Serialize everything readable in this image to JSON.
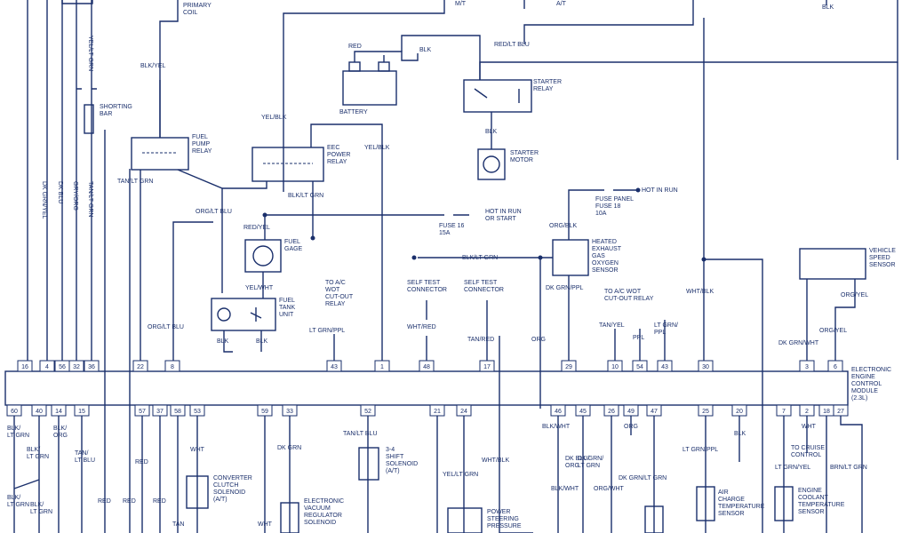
{
  "labels": {
    "primary_coil": "PRIMARY\nCOIL",
    "mt": "M/T",
    "at": "A/T",
    "blk_top_right": "BLK",
    "shorting_bar": "SHORTING\nBAR",
    "yel_lt_grn": "YEL/LT GRN",
    "blk_yel": "BLK/YEL",
    "red": "RED",
    "blk_batt": "BLK",
    "battery": "BATTERY",
    "red_lt_blu": "RED/LT BLU",
    "starter_relay": "STARTER\nRELAY",
    "fuel_pump_relay": "FUEL\nPUMP\nRELAY",
    "yel_blk": "YEL/BLK",
    "eec_power_relay": "EEC\nPOWER\nRELAY",
    "yel_blk_2": "YEL/BLK",
    "blk_starter": "BLK",
    "starter_motor": "STARTER\nMOTOR",
    "dk_grn_yel": "DK GRN/YEL",
    "dk_blu": "DK BLU",
    "gry_org": "GRY/ORG",
    "tan_lt_grn_v": "TAN/LT GRN",
    "tan_lt_grn": "TAN/LT GRN",
    "blk_lt_grn": "BLK/LT GRN",
    "hot_in_run_top": "HOT IN RUN",
    "fuse_panel": "FUSE PANEL\nFUSE 18\n10A",
    "org_lt_blu": "ORG/LT BLU",
    "hot_in_run_start": "HOT IN RUN\nOR START",
    "fuse_16": "FUSE 16\n15A",
    "org_blk": "ORG/BLK",
    "red_yel": "RED/YEL",
    "fuel_gage": "FUEL\nGAGE",
    "blk_lt_grn_2": "BLK/LT GRN",
    "heated_sensor": "HEATED\nEXHAUST\nGAS\nOXYGEN\nSENSOR",
    "vss": "VEHICLE\nSPEED\nSENSOR",
    "yel_wht": "YEL/WHT",
    "fuel_tank_unit": "FUEL\nTANK\nUNIT",
    "to_ac_wot": "TO A/C\nWOT\nCUT-OUT\nRELAY",
    "self_test_1": "SELF TEST\nCONNECTOR",
    "self_test_2": "SELF TEST\nCONNECTOR",
    "dk_grn_ppl": "DK GRN/PPL",
    "to_ac_wot_2": "TO A/C WOT\nCUT-OUT RELAY",
    "wht_blk": "WHT/BLK",
    "org_yel": "ORG/YEL",
    "blk_fuel_l": "BLK",
    "blk_fuel_r": "BLK",
    "org_lt_blu_2": "ORG/LT BLU",
    "lt_grn_ppl": "LT GRN/PPL",
    "wht_red": "WHT/RED",
    "tan_red": "TAN/RED",
    "org": "ORG",
    "tan_yel": "TAN/YEL",
    "ppl": "PPL",
    "lt_grn_ppl_2": "LT GRN/\nPPL",
    "dk_grn_wht": "DK GRN/WHT",
    "org_yel_2": "ORG/YEL",
    "eec_module": "ELECTRONIC\nENGINE\nCONTROL\nMODULE\n(2.3L)",
    "blk_lt_grn_b": "BLK/\nLT GRN",
    "blk_lt_grn_b2": "BLK/\nLT GRN",
    "blk_org": "BLK/\nORG",
    "tan_lt_blu": "TAN/\nLT BLU",
    "blk_lt_grn_b3": "BLK/\nLT GRN",
    "blk_lt_grn_b4": "BLK/\nLT GRN",
    "red_b1": "RED",
    "red_b2": "RED",
    "red_b3": "RED",
    "red_b4": "RED",
    "tan_b": "TAN",
    "wht_b": "WHT",
    "converter_clutch": "CONVERTER\nCLUTCH\nSOLENOID\n(A/T)",
    "wht_b2": "WHT",
    "dk_grn_b": "DK GRN",
    "evr": "ELECTRONIC\nVACUUM\nREGULATOR\nSOLENOID",
    "tan_lt_blu_b": "TAN/LT BLU",
    "shift_solenoid": "3-4\nSHIFT\nSOLENOID\n(A/T)",
    "yel_lt_grn_b": "YEL/LT GRN",
    "wht_blk_b": "WHT/BLK",
    "power_steering": "POWER\nSTEERING\nPRESSURE",
    "blk_wht_b": "BLK/WHT",
    "dk_blu_b": "DK BLU/\nORG",
    "org_b": "ORG",
    "dk_grn_lt_grn_b": "DK GRN/\nLT GRN",
    "blk_wht_b2": "BLK/WHT",
    "org_wht_b": "ORG/WHT",
    "dk_grn_lt_grn_b2": "DK GRN/LT GRN",
    "lt_grn_ppl_b": "LT GRN/PPL",
    "blk_b": "BLK",
    "air_charge": "AIR\nCHARGE\nTEMPERATURE\nSENSOR",
    "wht_b3": "WHT",
    "to_cruise": "TO CRUISE\nCONTROL",
    "lt_grn_yel_b": "LT GRN/YEL",
    "brn_lt_grn_b": "BRN/LT GRN",
    "coolant_temp": "ENGINE\nCOOLANT\nTEMPERATURE\nSENSOR"
  },
  "top_pins": [
    "16",
    "4",
    "56",
    "32",
    "36",
    "22",
    "8",
    "43",
    "1",
    "48",
    "17",
    "29",
    "10",
    "54",
    "43",
    "30",
    "3",
    "6"
  ],
  "bottom_pins": [
    "60",
    "40",
    "14",
    "15",
    "57",
    "37",
    "58",
    "53",
    "59",
    "33",
    "52",
    "21",
    "24",
    "46",
    "45",
    "26",
    "49",
    "47",
    "25",
    "20",
    "7",
    "2",
    "18",
    "27"
  ]
}
